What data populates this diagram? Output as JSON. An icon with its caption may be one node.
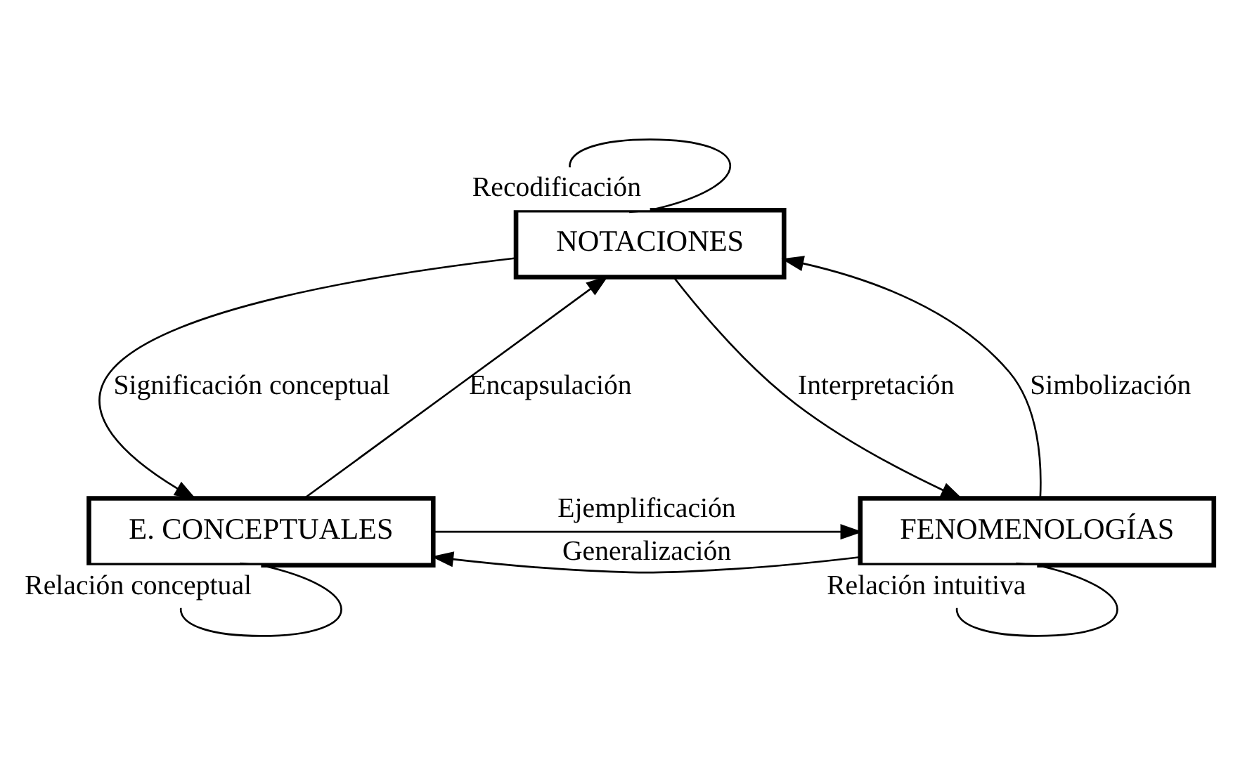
{
  "diagram": {
    "nodes": [
      {
        "text": [
          "NOTACIONES"
        ]
      },
      {
        "text": [
          "E. CONCEPTUALES"
        ]
      },
      {
        "text": [
          "FENOMENOLOGÍAS"
        ]
      }
    ],
    "edges": [
      {
        "from": 0,
        "to": 0,
        "arrow": "to",
        "label": "Recodificación"
      },
      {
        "from": 1,
        "to": 0,
        "arrow": "to",
        "label": "Encapsulación"
      },
      {
        "from": 0,
        "to": 1,
        "arrow": "to",
        "label": "Significación conceptual"
      },
      {
        "from": 2,
        "to": 0,
        "arrow": "to",
        "label": "Simbolización"
      },
      {
        "from": 0,
        "to": 2,
        "arrow": "to",
        "label": "Interpretación"
      },
      {
        "from": 1,
        "to": 2,
        "arrow": "to",
        "label": "Ejemplificación"
      },
      {
        "from": 2,
        "to": 1,
        "arrow": "to",
        "label": "Generalización"
      },
      {
        "from": 1,
        "to": 1,
        "arrow": "to",
        "label": "Relación conceptual"
      },
      {
        "from": 2,
        "to": 2,
        "arrow": "to",
        "label": "Relación intuitiva"
      }
    ]
  }
}
